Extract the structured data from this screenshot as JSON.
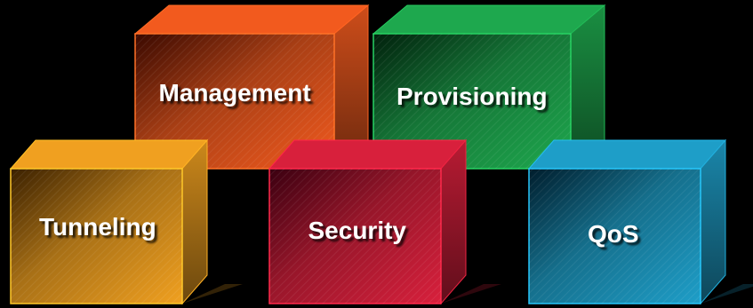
{
  "boxes": [
    {
      "id": "management",
      "label": "Management",
      "color": "#f25a1e",
      "dark": "#3a0900"
    },
    {
      "id": "provisioning",
      "label": "Provisioning",
      "color": "#1ea84e",
      "dark": "#01200c"
    },
    {
      "id": "tunneling",
      "label": "Tunneling",
      "color": "#f0a020",
      "dark": "#3a2000"
    },
    {
      "id": "security",
      "label": "Security",
      "color": "#d8203c",
      "dark": "#3a0010"
    },
    {
      "id": "qos",
      "label": "QoS",
      "color": "#1e9ec8",
      "dark": "#001d2c"
    }
  ]
}
